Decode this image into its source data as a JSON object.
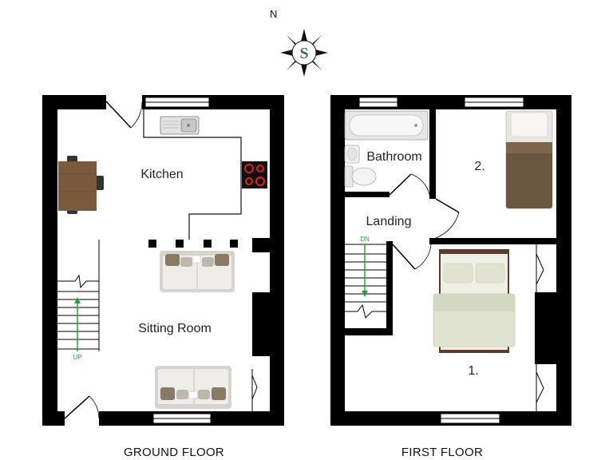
{
  "compass": {
    "north_label": "N",
    "logo_letter": "S"
  },
  "ground_floor": {
    "label": "GROUND FLOOR",
    "rooms": {
      "kitchen": "Kitchen",
      "sitting_room": "Sitting Room"
    },
    "stairs_label": "UP"
  },
  "first_floor": {
    "label": "FIRST FLOOR",
    "rooms": {
      "bathroom": "Bathroom",
      "landing": "Landing",
      "bedroom_2": "2.",
      "bedroom_1": "1."
    },
    "stairs_label": "DN"
  },
  "colors": {
    "wall": "#000000",
    "stair_arrow": "#2e9a48",
    "table_wood": "#7a5a3d",
    "bed_brown": "#6b5640",
    "bed_green": "#dfe3d0",
    "sofa": "#ece9e4",
    "cushion": "#8a7a65"
  }
}
